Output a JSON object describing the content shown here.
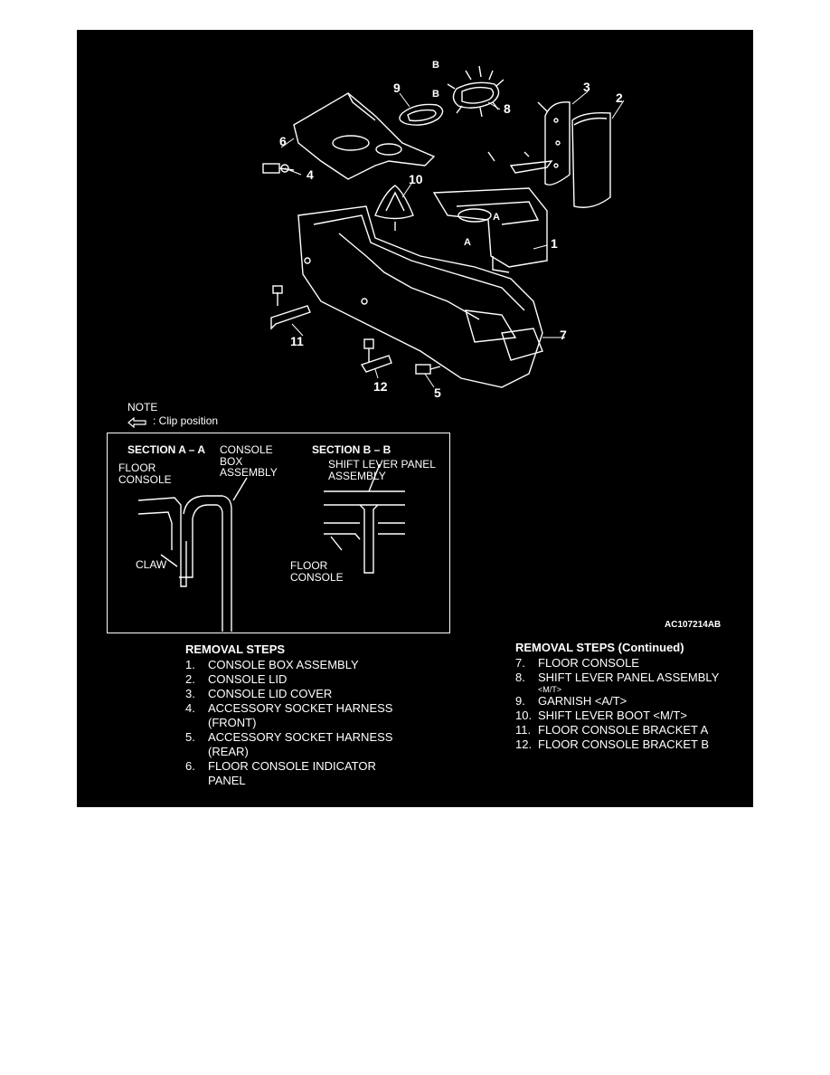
{
  "callouts": {
    "c1": "1",
    "c2": "2",
    "c3": "3",
    "c4": "4",
    "c5": "5",
    "c6": "6",
    "c7": "7",
    "c8": "8",
    "c9": "9",
    "c10": "10",
    "c11": "11",
    "c12": "12"
  },
  "section_markers": {
    "a1": "A",
    "a2": "A",
    "b1": "B",
    "b2": "B"
  },
  "note": {
    "title": "NOTE",
    "clip_text": ": Clip position"
  },
  "section_a": {
    "title": "SECTION A – A",
    "label_floor_console": "FLOOR\nCONSOLE",
    "label_console_box": "CONSOLE\nBOX\nASSEMBLY",
    "label_claw": "CLAW"
  },
  "section_b": {
    "title": "SECTION B – B",
    "label_shift_panel": "SHIFT LEVER PANEL\nASSEMBLY",
    "label_floor_console": "FLOOR\nCONSOLE"
  },
  "figure_code": "AC107214AB",
  "removal_steps": {
    "header": "REMOVAL STEPS",
    "items": [
      {
        "num": "1.",
        "text": "CONSOLE BOX ASSEMBLY"
      },
      {
        "num": "2.",
        "text": "CONSOLE LID"
      },
      {
        "num": "3.",
        "text": "CONSOLE LID COVER"
      },
      {
        "num": "4.",
        "text": "ACCESSORY SOCKET HARNESS\n(FRONT)"
      },
      {
        "num": "5.",
        "text": "ACCESSORY SOCKET HARNESS\n(REAR)"
      },
      {
        "num": "6.",
        "text": "FLOOR CONSOLE INDICATOR\nPANEL"
      }
    ]
  },
  "removal_steps_continued": {
    "header": "REMOVAL STEPS (Continued)",
    "items": [
      {
        "num": "7.",
        "text": "FLOOR CONSOLE"
      },
      {
        "num": "8.",
        "text": "SHIFT LEVER PANEL ASSEMBLY",
        "sub": "<M/T>"
      },
      {
        "num": "9.",
        "text": "GARNISH <A/T>"
      },
      {
        "num": "10.",
        "text": "SHIFT LEVER BOOT <M/T>"
      },
      {
        "num": "11.",
        "text": "FLOOR CONSOLE BRACKET A"
      },
      {
        "num": "12.",
        "text": "FLOOR CONSOLE BRACKET B"
      }
    ]
  },
  "colors": {
    "background": "#000000",
    "lines": "#ffffff",
    "page": "#ffffff"
  }
}
